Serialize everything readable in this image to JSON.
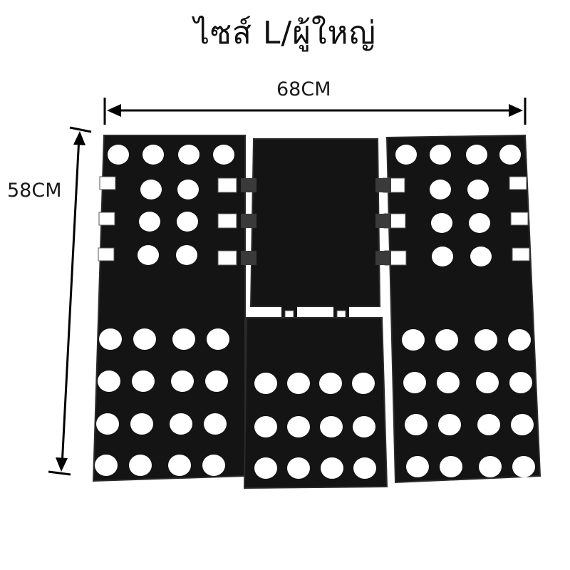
{
  "title": "ไซส์ L/ผู้ใหญ่",
  "dimensions": {
    "width_label": "68CM",
    "height_label": "58CM"
  },
  "product": {
    "name": "clothes folding board",
    "panels": [
      "left-panel",
      "top-center-panel",
      "bottom-center-panel",
      "right-panel"
    ]
  },
  "colors": {
    "board": "#141414",
    "board_edge": "#2a2a2a",
    "hole": "#ffffff",
    "arrow": "#000000",
    "hinge": "#3a3a3a"
  }
}
